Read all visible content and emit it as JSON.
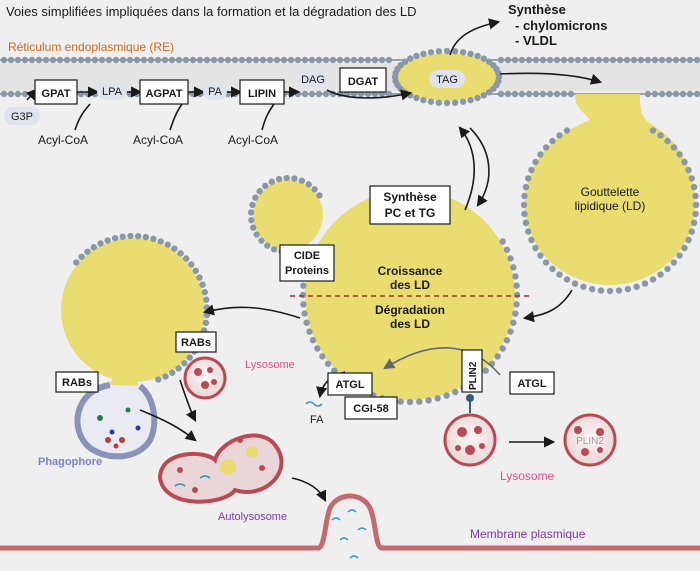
{
  "title": "Voies simplifiées impliquées dans la formation et la dégradation des LD",
  "re_label": "Réticulum endoplasmique (RE)",
  "synthesis": {
    "head": "Synthèse",
    "items": [
      "- chylomicrons",
      "- VLDL"
    ]
  },
  "pathway": {
    "g3p": "G3P",
    "gpat": "GPAT",
    "lpa": "LPA",
    "agpat": "AGPAT",
    "pa": "PA",
    "lipin": "LIPIN",
    "dag": "DAG",
    "dgat": "DGAT",
    "tag": "TAG",
    "acyl_coa": [
      "Acyl-CoA",
      "Acyl-CoA",
      "Acyl-CoA"
    ]
  },
  "droplet_label": [
    "Gouttelette",
    "lipidique (LD)"
  ],
  "synth_pc_tg": [
    "Synthèse",
    "PC et TG"
  ],
  "cide": [
    "CIDE",
    "Proteins"
  ],
  "growth": [
    "Croissance",
    "des LD"
  ],
  "degradation": [
    "Dégradation",
    "des LD"
  ],
  "rabs": [
    "RABs",
    "RABs"
  ],
  "lysosome": "Lysosome",
  "lysosome_bottom": "Lysosome",
  "phagophore": "Phagophore",
  "autolysosome": "Autolysosome",
  "membrane": "Membrane plasmique",
  "atgl_left": "ATGL",
  "cgi58": "CGI-58",
  "fa": "FA",
  "plin2": "PLIN2",
  "atgl_right": "ATGL",
  "plin2_faded": "PLIN2",
  "colors": {
    "lipid": "#e9dc70",
    "lipid_edge": "#d7c85c",
    "bead": "#8b97a5",
    "lysosome": "#b94a55",
    "pink_label": "#e0508a",
    "purple_label": "#7a3aa4"
  }
}
